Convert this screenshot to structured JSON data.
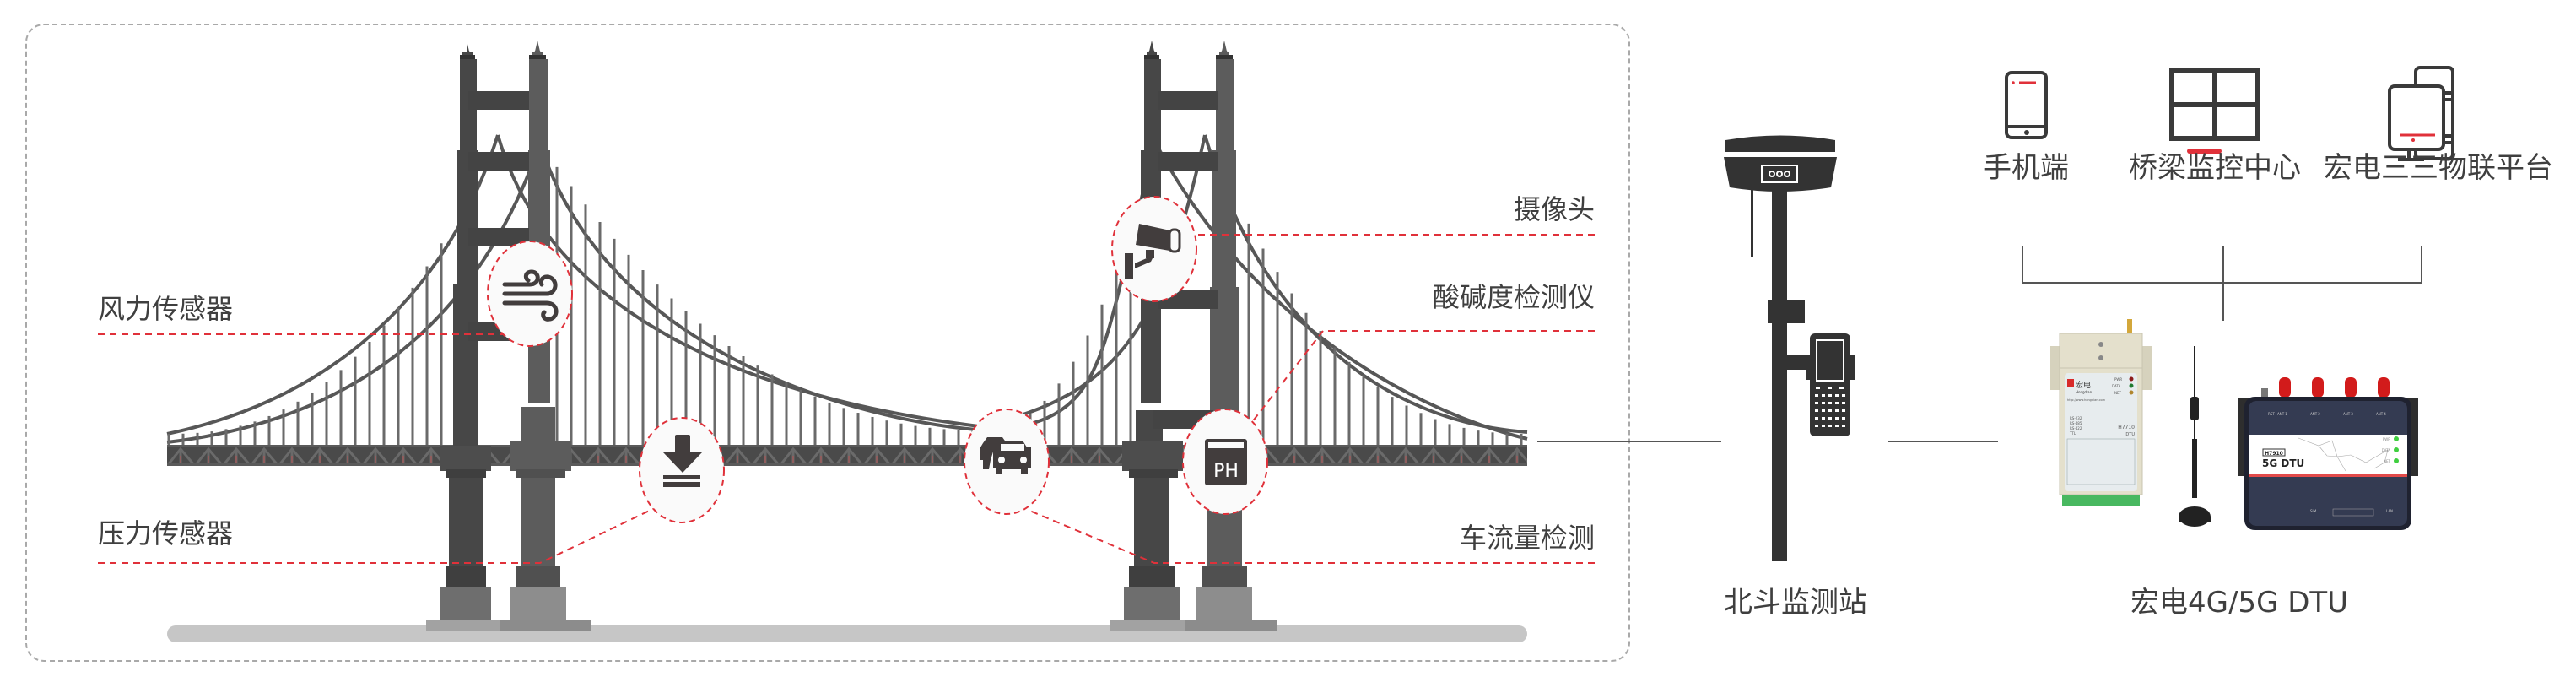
{
  "bridge_panel": {
    "sensors": [
      {
        "id": "wind",
        "label": "风力传感器",
        "icon": "wind-icon"
      },
      {
        "id": "pressure",
        "label": "压力传感器",
        "icon": "pressure-down-arrow-icon"
      },
      {
        "id": "camera",
        "label": "摄像头",
        "icon": "security-camera-icon"
      },
      {
        "id": "ph",
        "label": "酸碱度检测仪",
        "icon": "ph-meter-icon",
        "icon_text": "PH"
      },
      {
        "id": "traffic",
        "label": "车流量检测",
        "icon": "cars-icon"
      }
    ]
  },
  "station": {
    "label": "北斗监测站",
    "icon": "beidou-gnss-receiver-icon"
  },
  "dtu": {
    "label": "宏电4G/5G DTU",
    "device_4g": {
      "brand": "宏电",
      "brand_en": "Hongdian",
      "url": "http://www.hongdian.com",
      "model": "H7710",
      "type": "DTU",
      "leds": [
        "PWR",
        "DATA",
        "NET"
      ],
      "interfaces": [
        "RS-232",
        "RS-485",
        "RS-422",
        "TTL"
      ]
    },
    "device_5g": {
      "model": "H7910",
      "type": "5G DTU",
      "ports_top": [
        "RST",
        "ANT-1",
        "ANT-2",
        "ANT-3",
        "ANT-4"
      ],
      "leds": [
        "PWR",
        "DATA",
        "NET"
      ],
      "ports_bottom": [
        "SIM",
        "LAN"
      ]
    }
  },
  "channels": [
    {
      "label": "手机端",
      "icon": "mobile-phone-icon"
    },
    {
      "label": "桥梁监控中心",
      "icon": "video-wall-icon"
    },
    {
      "label": "宏电三三物联平台",
      "icon": "desktop-computer-icon"
    }
  ],
  "colors": {
    "accent_red": "#e0313a",
    "tower_dark": "#474747",
    "tower_mid": "#5c5c5c",
    "deck": "#4a4a4a",
    "ground": "#c6c6c6",
    "text": "#3f3f3f",
    "led_green": "#3fcf3f",
    "dtu_5g_body": "#343b52",
    "dtu_4g_body": "#e4e0cc"
  }
}
